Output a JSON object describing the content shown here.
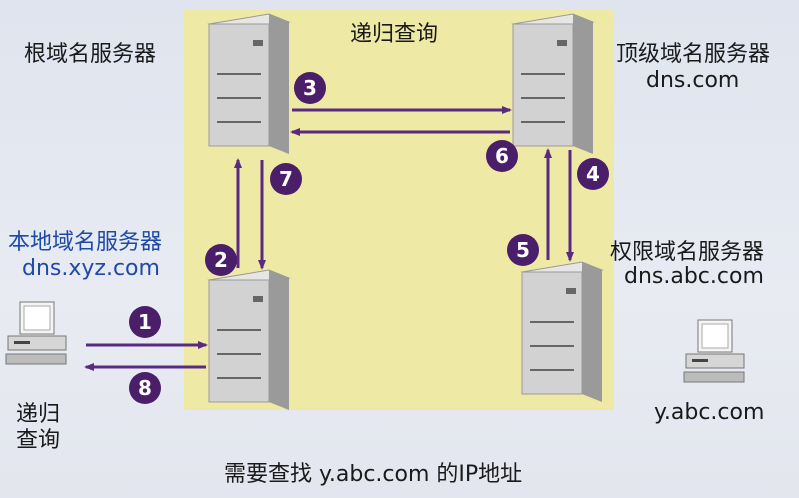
{
  "title": "递归查询",
  "caption": "需要查找 y.abc.com 的IP地址",
  "nodes": {
    "root": {
      "name": "根域名服务器"
    },
    "tld": {
      "name": "顶级域名服务器",
      "domain": "dns.com"
    },
    "local": {
      "name": "本地域名服务器",
      "domain": "dns.xyz.com"
    },
    "auth": {
      "name": "权限域名服务器",
      "domain": "dns.abc.com"
    },
    "client": {
      "name_line1": "递归",
      "name_line2": "查询"
    },
    "target": {
      "name": "y.abc.com"
    }
  },
  "steps": [
    "1",
    "2",
    "3",
    "4",
    "5",
    "6",
    "7",
    "8"
  ],
  "colors": {
    "arrow": "#5a2a82",
    "badge": "#4b1e6a",
    "panel": "#efe9a6",
    "blue_text": "#1f49a8"
  }
}
